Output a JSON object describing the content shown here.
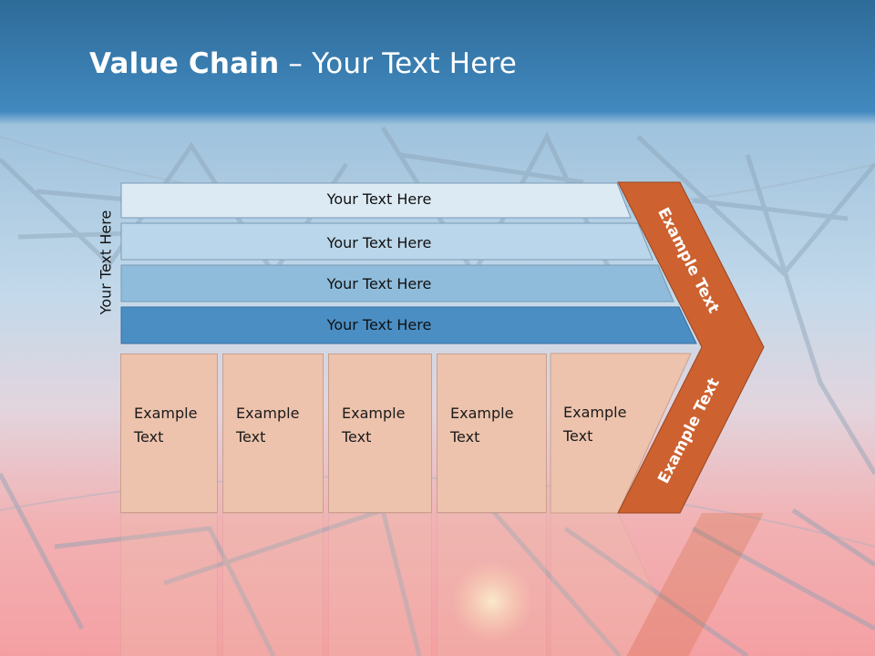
{
  "title": {
    "bold": "Value Chain",
    "rest": " – Your Text Here"
  },
  "side_label": "Your Text Here",
  "bars": [
    {
      "label": "Your Text Here",
      "color": "#dceaf4"
    },
    {
      "label": "Your Text Here",
      "color": "#bad6ea"
    },
    {
      "label": "Your Text Here",
      "color": "#8fbcdb"
    },
    {
      "label": "Your Text Here",
      "color": "#4a8ec4"
    }
  ],
  "boxes": [
    {
      "line1": "Example",
      "line2": "Text"
    },
    {
      "line1": "Example",
      "line2": "Text"
    },
    {
      "line1": "Example",
      "line2": "Text"
    },
    {
      "line1": "Example",
      "line2": "Text"
    },
    {
      "line1": "Example",
      "line2": "Text"
    }
  ],
  "chevron": {
    "upper_label": "Example Text",
    "lower_label": "Example Text",
    "color": "#cd6130"
  },
  "colors": {
    "sky_top": "#2f6f9e",
    "header_band": "#3f87bc",
    "sky_mid": "#b9d3e6",
    "sunset": "#f4a3a3",
    "box_fill": "#edc3ad"
  }
}
